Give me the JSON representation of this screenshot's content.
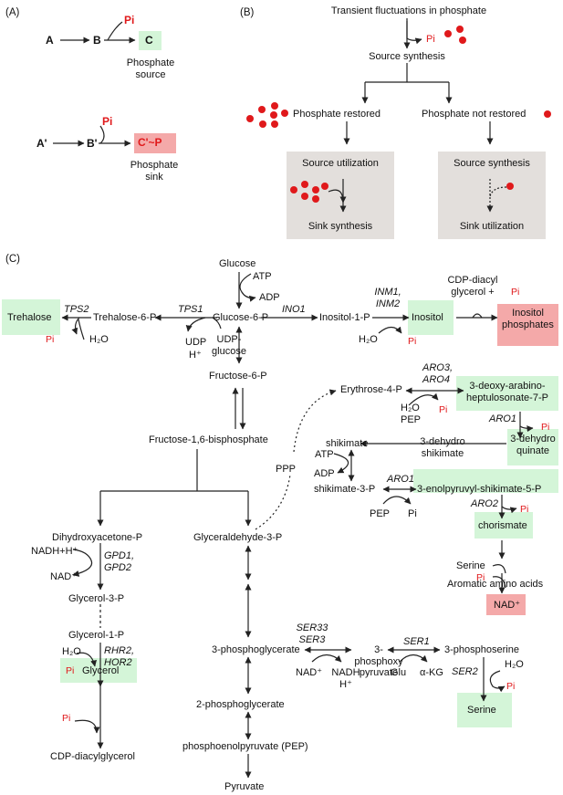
{
  "panels": {
    "a": "(A)",
    "b": "(B)",
    "c": "(C)"
  },
  "panel_a": {
    "a": "A",
    "b": "B",
    "c": "C",
    "pi_out": "Pi",
    "source_label": "Phosphate\nsource",
    "a2": "A'",
    "b2": "B'",
    "pi_in": "Pi",
    "c2": "C'~P",
    "sink_label": "Phosphate\nsink"
  },
  "panel_b": {
    "top": "Transient fluctuations in phosphate",
    "pi": "Pi",
    "source_synthesis": "Source synthesis",
    "restored": "Phosphate restored",
    "not_restored": "Phosphate not restored",
    "left_box_top": "Source utilization",
    "left_box_bottom": "Sink synthesis",
    "right_box_top": "Source synthesis",
    "right_box_bottom": "Sink utilization"
  },
  "panel_c": {
    "glucose": "Glucose",
    "atp": "ATP",
    "adp": "ADP",
    "glucose6p": "Glucose-6-P",
    "tps1": "TPS1",
    "udp": "UDP",
    "hplus": "H⁺",
    "udp_glucose": "UDP-\nglucose",
    "trehalose6p": "Trehalose-6-P",
    "tps2": "TPS2",
    "trehalose": "Trehalose",
    "pi_trehalose": "Pi",
    "h2o_trehalose": "H₂O",
    "ino1": "INO1",
    "inositol1p": "Inositol-1-P",
    "inm": "INM1,\nINM2",
    "inositol": "Inositol",
    "h2o_inositol": "H₂O",
    "pi_inositol": "Pi",
    "cdp_diacyl": "CDP-diacyl\nglycerol +",
    "pi_cdp": "Pi",
    "inositol_phosphates": "Inositol\nphosphates",
    "fructose6p": "Fructose-6-P",
    "fructose16bp": "Fructose-1,6-bisphosphate",
    "ppp": "PPP",
    "erythrose4p": "Erythrose-4-P",
    "aro34": "ARO3,\nARO4",
    "h2o_dahp": "H₂O",
    "pep_dahp": "PEP",
    "pi_dahp": "Pi",
    "dahp": "3-deoxy-arabino-\nheptulosonate-7-P",
    "aro1_a": "ARO1",
    "pi_dhq": "Pi",
    "dehydroquinate": "3-dehydro\nquinate",
    "dehydroshikimate": "3-dehydro\nshikimate",
    "shikimate": "shikimate",
    "atp_shik": "ATP",
    "adp_shik": "ADP",
    "shikimate3p": "shikimate-3-P",
    "aro1_b": "ARO1",
    "pep_epsp": "PEP",
    "pi_epsp": "Pi",
    "epsp": "3-enolpyruvyl-shikimate-5-P",
    "aro2": "ARO2",
    "pi_chor": "Pi",
    "chorismate": "chorismate",
    "serine_aa": "Serine",
    "aromatic": "Aromatic amino acids",
    "pi_nad": "Pi",
    "nad_plus": "NAD⁺",
    "dhap": "Dihydroxyacetone-P",
    "nadh_h": "NADH+H⁺",
    "gpd": "GPD1,\nGPD2",
    "nad_gpd": "NAD⁺",
    "glycerol3p": "Glycerol-3-P",
    "glycerol1p": "Glycerol-1-P",
    "h2o_glyc": "H₂O",
    "rhr": "RHR2,\nHOR2",
    "pi_glycerol": "Pi",
    "glycerol": "Glycerol",
    "pi_cdpdag": "Pi",
    "cdp_dag": "CDP-diacylglycerol",
    "g3p": "Glyceraldehyde-3-P",
    "pg3": "3-phosphoglycerate",
    "ser33": "SER33\nSER3",
    "nad_ser": "NAD⁺",
    "nadh_ser": "NADH\nH⁺",
    "phosphoxypyruvate": "3-phosphoxy\npyruvate",
    "ser1": "SER1",
    "glu": "Glu",
    "akg": "α-KG",
    "phosphoserine": "3-phosphoserine",
    "ser2": "SER2",
    "h2o_ser": "H₂O",
    "pi_ser": "Pi",
    "serine": "Serine",
    "pg2": "2-phosphoglycerate",
    "pep": "phosphoenolpyruvate (PEP)",
    "pyruvate": "Pyruvate"
  },
  "colors": {
    "pi_red": "#e0191b",
    "source_green": "#d4f5d8",
    "sink_red": "#f4a9a9",
    "box_gray": "#e3dfdc"
  }
}
